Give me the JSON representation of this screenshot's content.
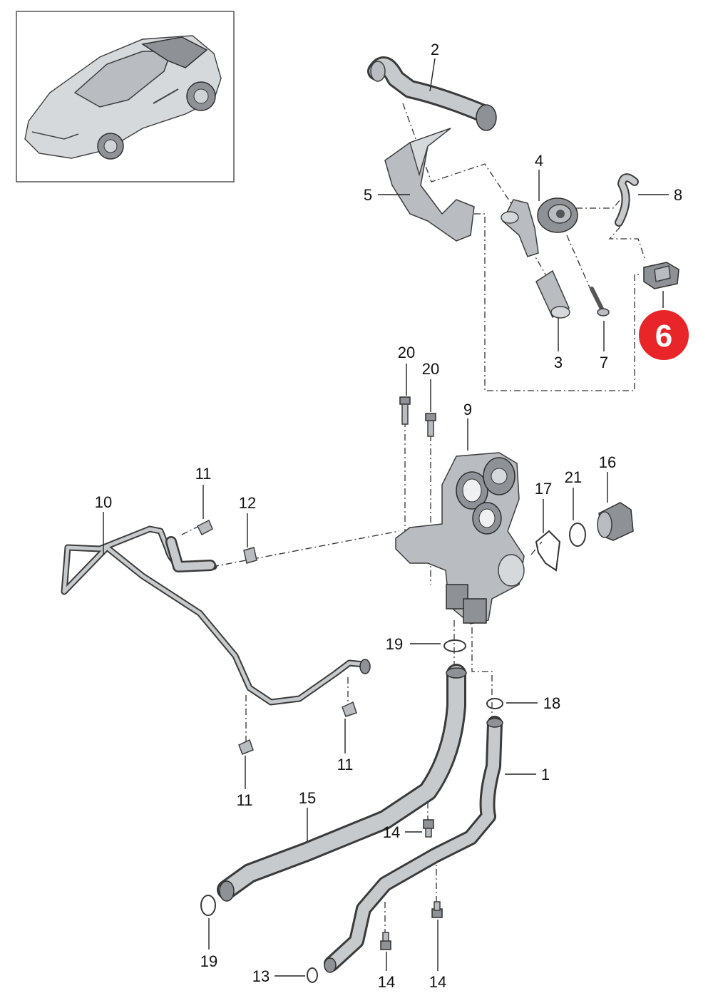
{
  "callouts": [
    {
      "id": "c2",
      "text": "2"
    },
    {
      "id": "c4",
      "text": "4"
    },
    {
      "id": "c5",
      "text": "5"
    },
    {
      "id": "c8",
      "text": "8"
    },
    {
      "id": "c3",
      "text": "3"
    },
    {
      "id": "c7",
      "text": "7"
    },
    {
      "id": "c20a",
      "text": "20"
    },
    {
      "id": "c20b",
      "text": "20"
    },
    {
      "id": "c9",
      "text": "9"
    },
    {
      "id": "c11a",
      "text": "11"
    },
    {
      "id": "c12",
      "text": "12"
    },
    {
      "id": "c10",
      "text": "10"
    },
    {
      "id": "c17",
      "text": "17"
    },
    {
      "id": "c21",
      "text": "21"
    },
    {
      "id": "c16",
      "text": "16"
    },
    {
      "id": "c19a",
      "text": "19"
    },
    {
      "id": "c18",
      "text": "18"
    },
    {
      "id": "c1",
      "text": "1"
    },
    {
      "id": "c11b",
      "text": "11"
    },
    {
      "id": "c11c",
      "text": "11"
    },
    {
      "id": "c15",
      "text": "15"
    },
    {
      "id": "c14a",
      "text": "14"
    },
    {
      "id": "c19b",
      "text": "19"
    },
    {
      "id": "c13",
      "text": "13"
    },
    {
      "id": "c14b",
      "text": "14"
    },
    {
      "id": "c14c",
      "text": "14"
    }
  ],
  "highlight": {
    "text": "6",
    "color": "#e8262a"
  },
  "colors": {
    "part": "#b9bdc1",
    "line": "#222222",
    "background": "#ffffff"
  }
}
